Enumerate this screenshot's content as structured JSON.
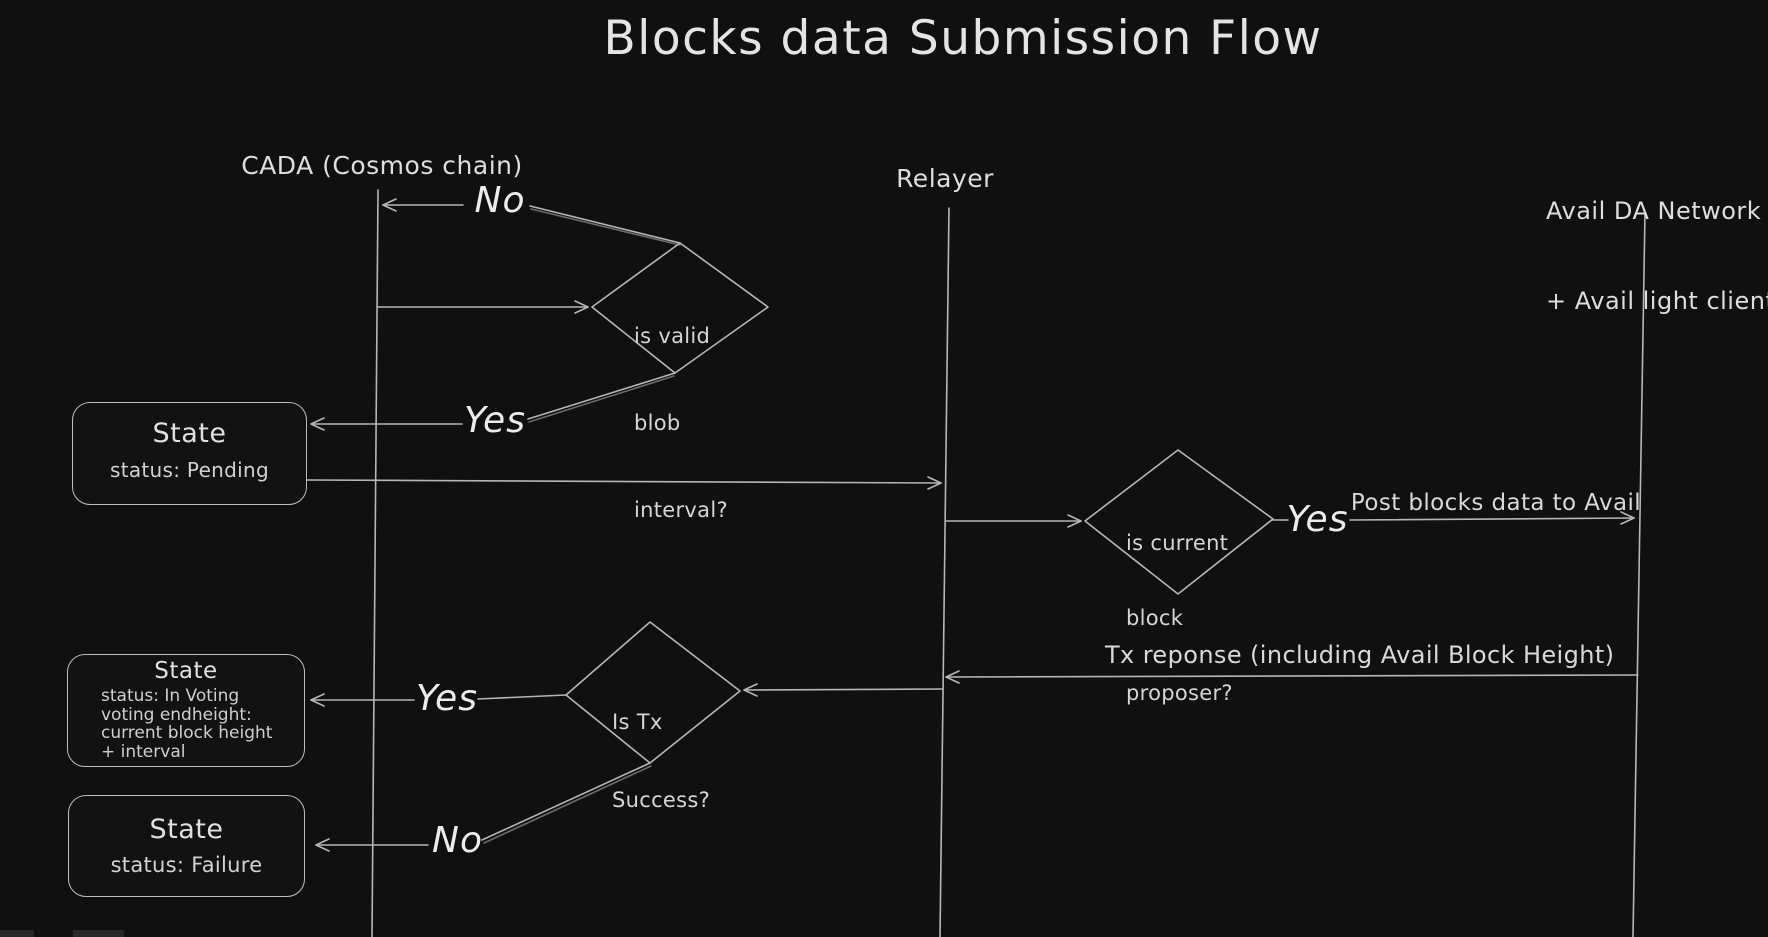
{
  "title": "Blocks data Submission Flow",
  "lifelines": {
    "cada": {
      "label": "CADA (Cosmos chain)"
    },
    "relayer": {
      "label": "Relayer"
    },
    "avail": {
      "line1": "Avail DA Network",
      "line2": "+ Avail light client"
    }
  },
  "decisions": {
    "valid_blob": {
      "lines": [
        "is valid",
        "blob",
        "interval?"
      ]
    },
    "block_proposer": {
      "lines": [
        "is current",
        "block",
        "proposer?"
      ]
    },
    "tx_success": {
      "lines": [
        "Is Tx",
        "Success?"
      ]
    }
  },
  "states": {
    "pending": {
      "title": "State",
      "status": "status: Pending"
    },
    "in_voting": {
      "title": "State",
      "lines": [
        "status: In Voting",
        "voting endheight:",
        "current block height",
        "+ interval"
      ]
    },
    "failure": {
      "title": "State",
      "status": "status: Failure"
    }
  },
  "labels": {
    "no_blob": "No",
    "yes_blob": "Yes",
    "yes_proposer": "Yes",
    "post_blocks": "Post blocks data to Avail",
    "tx_response": "Tx reponse (including Avail Block Height)",
    "yes_tx": "Yes",
    "no_tx": "No"
  },
  "colors": {
    "background": "#101010",
    "stroke": "#b6b6b6",
    "text": "#d8d8d8"
  }
}
